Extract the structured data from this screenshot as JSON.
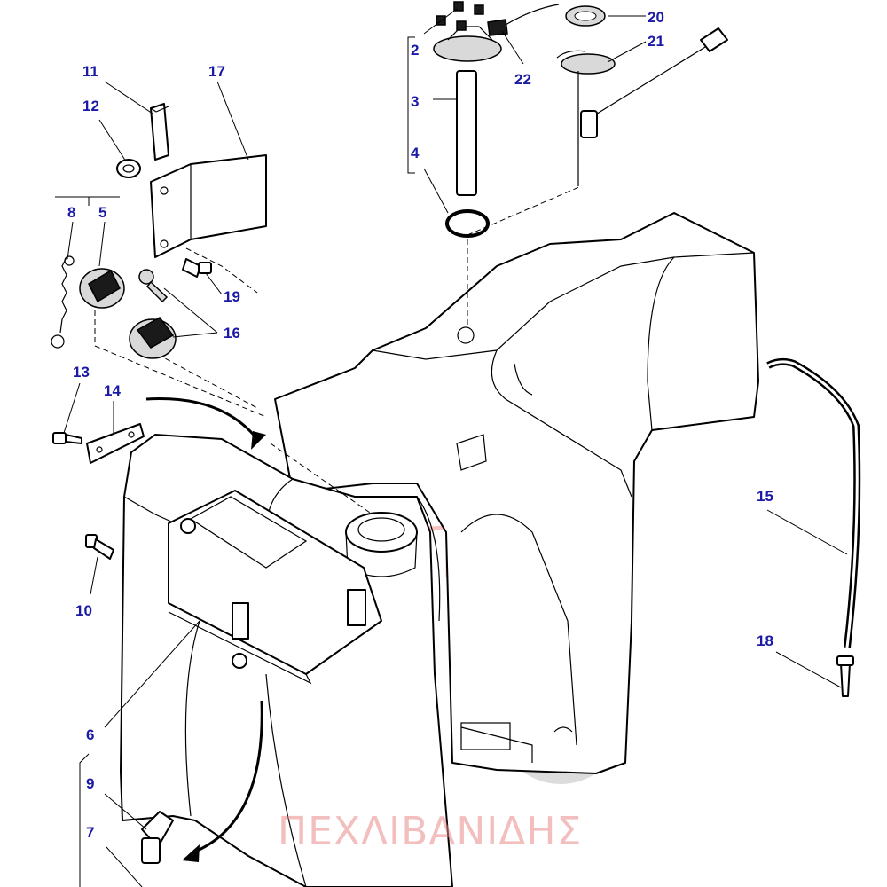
{
  "callouts": {
    "c2": "2",
    "c3": "3",
    "c4": "4",
    "c5": "5",
    "c6": "6",
    "c7": "7",
    "c8": "8",
    "c9": "9",
    "c10": "10",
    "c11": "11",
    "c12": "12",
    "c13": "13",
    "c14": "14",
    "c15": "15",
    "c16": "16",
    "c17": "17",
    "c18": "18",
    "c19": "19",
    "c20": "20",
    "c21": "21",
    "c22": "22"
  },
  "watermark": {
    "text": "ΠΕΧΛΙΒΑΝΙΔΗΣ"
  },
  "colors": {
    "callout": "#1a1aa6",
    "line": "#000000",
    "watermark": "#e88a8a"
  }
}
